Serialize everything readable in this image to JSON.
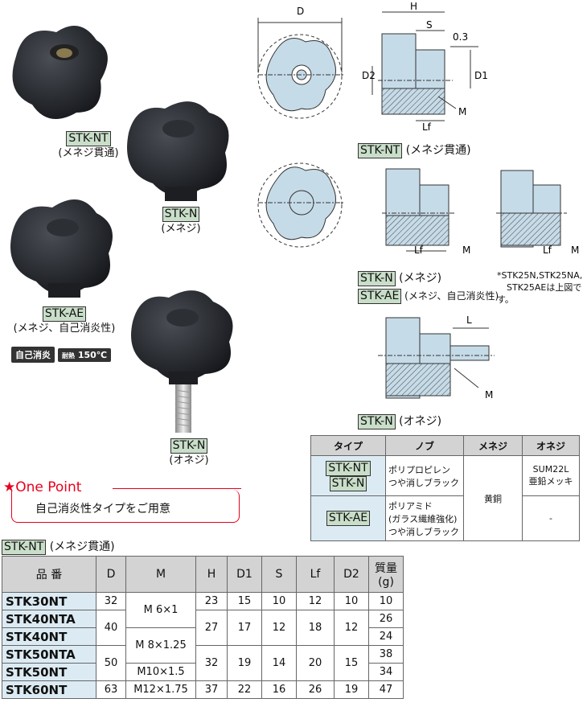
{
  "photos": [
    {
      "tag": "STK-NT",
      "sub": "(メネジ貫通)"
    },
    {
      "tag": "STK-N",
      "sub": "(メネジ)"
    },
    {
      "tag": "STK-AE",
      "sub": "(メネジ、自己消炎性)"
    },
    {
      "tag": "STK-N",
      "sub": "(オネジ)"
    }
  ],
  "badges": {
    "self": "自己消炎",
    "temp_label": "耐熱",
    "temp": "150℃"
  },
  "drawings": {
    "nt": {
      "tag": "STK-NT",
      "sub": "(メネジ貫通)",
      "D": "D",
      "H": "H",
      "S": "S",
      "gap": "0.3",
      "D2": "D2",
      "D1": "D1",
      "M": "M",
      "Lf": "Lf"
    },
    "n": {
      "tag1": "STK-N",
      "sub1": "(メネジ)",
      "tag2": "STK-AE",
      "sub2": "(メネジ、自己消炎性)",
      "Lf": "Lf",
      "M": "M",
      "note1": "*STK25N,STK25NA,",
      "note2": "STK25AEは上図です。"
    },
    "male": {
      "tag": "STK-N",
      "sub": "(オネジ)",
      "L": "L",
      "M": "M"
    }
  },
  "spec": {
    "headers": [
      "タイプ",
      "ノブ",
      "メネジ",
      "オネジ"
    ],
    "r1_types": [
      "STK-NT",
      "STK-N"
    ],
    "r1_knob": [
      "ポリプロピレン",
      "つや消しブラック"
    ],
    "female": "黄銅",
    "r1_male": [
      "SUM22L",
      "亜鉛メッキ"
    ],
    "r2_type": "STK-AE",
    "r2_knob": [
      "ポリアミド",
      "(ガラス繊維強化)",
      "つや消しブラック"
    ],
    "r2_male": "-"
  },
  "onepoint": {
    "title": "★One Point",
    "text": "自己消炎性タイプをご用意"
  },
  "main": {
    "tag": "STK-NT",
    "sub": "(メネジ貫通)",
    "headers": [
      "品 番",
      "D",
      "M",
      "H",
      "D1",
      "S",
      "Lf",
      "D2",
      "質量(g)"
    ],
    "rows": [
      {
        "pn": "STK30NT",
        "D": "32",
        "M": "M 6×1",
        "H": "23",
        "D1": "15",
        "S": "10",
        "Lf": "12",
        "D2": "10",
        "g": "10"
      },
      {
        "pn": "STK40NTA",
        "D": "40",
        "M": "M 8×1.25",
        "H": "27",
        "D1": "17",
        "S": "12",
        "Lf": "18",
        "D2": "12",
        "g": "26"
      },
      {
        "pn": "STK40NT",
        "g": "24"
      },
      {
        "pn": "STK50NTA",
        "D": "50",
        "H": "32",
        "D1": "19",
        "S": "14",
        "Lf": "20",
        "D2": "15",
        "g": "38"
      },
      {
        "pn": "STK50NT",
        "M": "M10×1.5",
        "g": "34"
      },
      {
        "pn": "STK60NT",
        "D": "63",
        "M": "M12×1.75",
        "H": "37",
        "D1": "22",
        "S": "16",
        "Lf": "26",
        "D2": "19",
        "g": "47"
      }
    ]
  }
}
